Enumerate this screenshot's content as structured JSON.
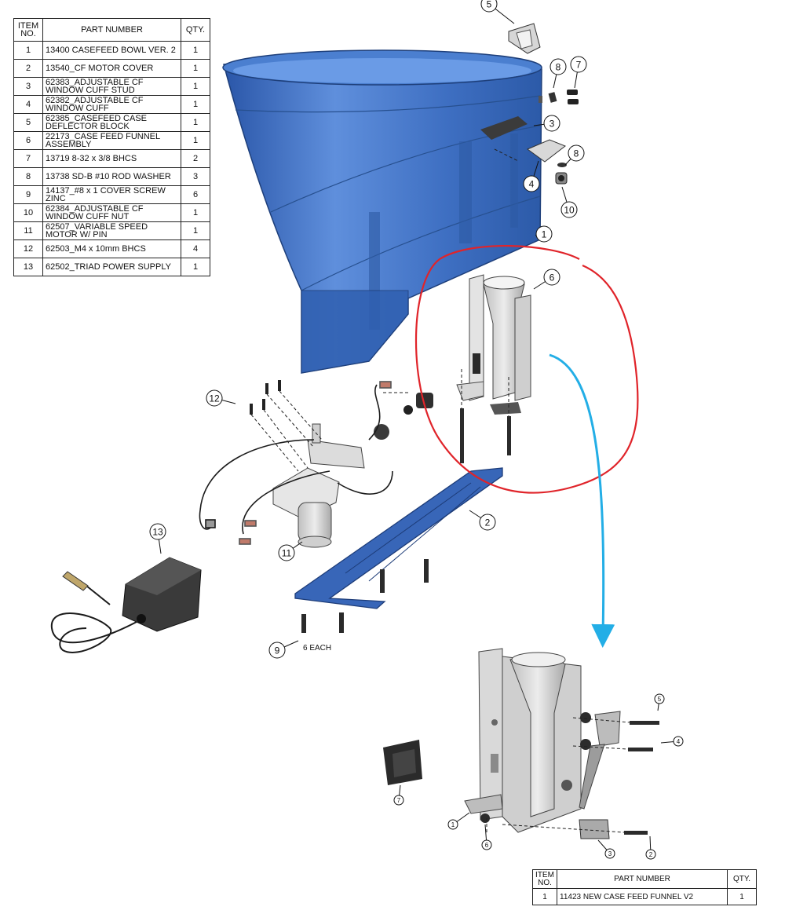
{
  "bom_main": {
    "headers": {
      "item": "ITEM NO.",
      "part": "PART NUMBER",
      "qty": "QTY."
    },
    "rows": [
      {
        "item": "1",
        "part": "13400 CASEFEED BOWL VER. 2",
        "qty": "1"
      },
      {
        "item": "2",
        "part": "13540_CF MOTOR COVER",
        "qty": "1"
      },
      {
        "item": "3",
        "part": "62383_ADJUSTABLE CF WINDOW CUFF STUD",
        "qty": "1"
      },
      {
        "item": "4",
        "part": "62382_ADJUSTABLE CF WINDOW CUFF",
        "qty": "1"
      },
      {
        "item": "5",
        "part": "62385_CASEFEED CASE DEFLECTOR BLOCK",
        "qty": "1"
      },
      {
        "item": "6",
        "part": "22173_CASE FEED FUNNEL ASSEMBLY",
        "qty": "1"
      },
      {
        "item": "7",
        "part": "13719 8-32 x 3/8 BHCS",
        "qty": "2"
      },
      {
        "item": "8",
        "part": "13738 SD-B #10 ROD WASHER",
        "qty": "3"
      },
      {
        "item": "9",
        "part": "14137_#8 x 1 COVER SCREW ZINC",
        "qty": "6"
      },
      {
        "item": "10",
        "part": "62384_ADJUSTABLE CF WINDOW CUFF NUT",
        "qty": "1"
      },
      {
        "item": "11",
        "part": "62507_VARIABLE SPEED MOTOR W/ PIN",
        "qty": "1"
      },
      {
        "item": "12",
        "part": "62503_M4 x 10mm BHCS",
        "qty": "4"
      },
      {
        "item": "13",
        "part": "62502_TRIAD POWER SUPPLY",
        "qty": "1"
      }
    ]
  },
  "bom_sub": {
    "headers": {
      "item": "ITEM NO.",
      "part": "PART NUMBER",
      "qty": "QTY."
    },
    "rows": [
      {
        "item": "1",
        "part": "11423 NEW CASE FEED FUNNEL V2",
        "qty": "1"
      }
    ]
  },
  "callouts_main": [
    "1",
    "2",
    "3",
    "4",
    "5",
    "6",
    "7",
    "8",
    "8",
    "9",
    "10",
    "11",
    "12",
    "13"
  ],
  "callouts_sub": [
    "1",
    "2",
    "3",
    "4",
    "5",
    "6",
    "7"
  ],
  "note_6_each": "6 EACH",
  "colors": {
    "bowl": "#3f73c6",
    "bowl_dark": "#2f5aa6",
    "highlight_red": "#e0242a",
    "arrow_blue": "#23aee6",
    "part_gray": "#d9d9d9",
    "part_dark": "#3a3a3a"
  }
}
